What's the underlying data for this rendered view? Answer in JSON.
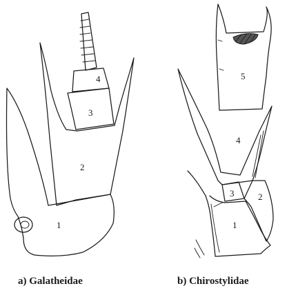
{
  "panels": [
    {
      "caption": "a)  Galatheidae",
      "segments": [
        "1",
        "2",
        "3",
        "4"
      ]
    },
    {
      "caption": "b)  Chirostylidae",
      "segments": [
        "1",
        "2",
        "3",
        "4",
        "5"
      ]
    }
  ]
}
